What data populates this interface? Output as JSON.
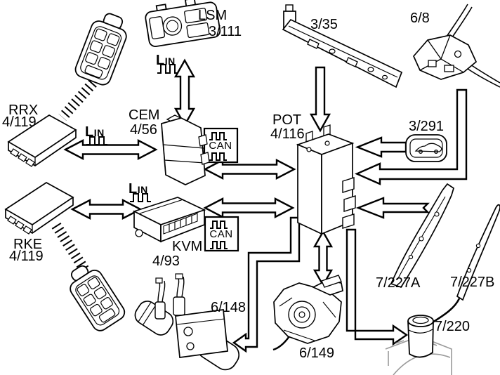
{
  "diagram": {
    "description": "Keyless entry / tailgate control system overview diagram",
    "components": {
      "lsm": {
        "name": "LSM",
        "code": "3/111"
      },
      "strip_3_35": {
        "code": "3/35"
      },
      "hatch_6_8": {
        "code": "6/8"
      },
      "rrx": {
        "name": "RRX",
        "code": "4/119"
      },
      "cem": {
        "name": "CEM",
        "code": "4/56"
      },
      "pot": {
        "name": "POT",
        "code": "4/116"
      },
      "button_3_291": {
        "code": "3/291"
      },
      "rke": {
        "name": "RKE",
        "code": "4/119"
      },
      "kvm": {
        "name": "KVM",
        "code": "4/93"
      },
      "lock_6_148": {
        "code": "6/148"
      },
      "motor_6_149": {
        "code": "6/149"
      },
      "trim_7_227a": {
        "code": "7/227A"
      },
      "trim_7_227b": {
        "code": "7/227B"
      },
      "cyl_7_220": {
        "code": "7/220"
      }
    },
    "buses": {
      "lin": "LIN",
      "can": "CAN"
    },
    "connections": [
      {
        "from": "LSM 3/111",
        "to": "CEM 4/56",
        "bus": "LIN",
        "bidirectional": true
      },
      {
        "from": "RRX 4/119",
        "to": "CEM 4/56",
        "bus": "LIN",
        "bidirectional": true
      },
      {
        "from": "CEM 4/56",
        "to": "POT 4/116",
        "bus": "CAN",
        "bidirectional": true
      },
      {
        "from": "RKE 4/119",
        "to": "KVM 4/93",
        "bus": "LIN",
        "bidirectional": true
      },
      {
        "from": "KVM 4/93",
        "to": "POT 4/116",
        "bus": "CAN",
        "bidirectional": true
      },
      {
        "from": "3/35",
        "to": "POT 4/116",
        "bidirectional": false
      },
      {
        "from": "6/8",
        "to": "POT 4/116",
        "bidirectional": false
      },
      {
        "from": "3/291",
        "to": "POT 4/116",
        "bidirectional": false
      },
      {
        "from": "7/227A",
        "to": "POT 4/116",
        "bidirectional": false
      },
      {
        "from": "POT 4/116",
        "to": "6/149",
        "bidirectional": true
      },
      {
        "from": "POT 4/116",
        "to": "6/148",
        "bidirectional": false
      },
      {
        "from": "POT 4/116",
        "to": "7/220",
        "bidirectional": true
      },
      {
        "from": "remote-key",
        "to": "RRX 4/119",
        "wireless": true
      },
      {
        "from": "remote-key",
        "to": "RKE 4/119",
        "wireless": true
      }
    ],
    "colors": {
      "line": "#000000",
      "sketch": "#9a9a9a",
      "background": "#ffffff"
    }
  }
}
